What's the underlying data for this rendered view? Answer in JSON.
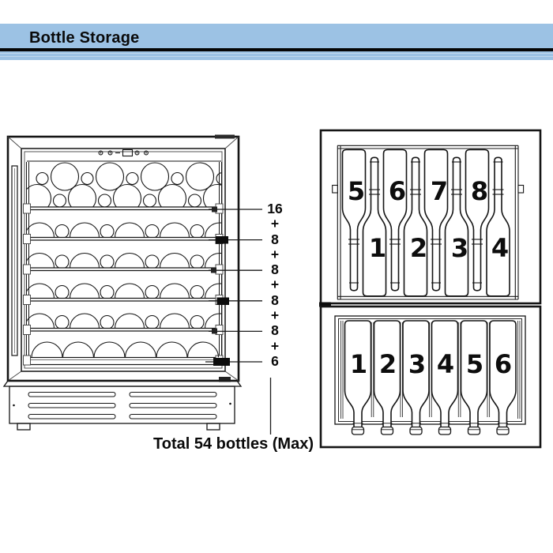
{
  "header": {
    "title": "Bottle Storage",
    "band_color": "#9cc2e4"
  },
  "fridge_diagram": {
    "count_column": [
      "16",
      "+",
      "8",
      "+",
      "8",
      "+",
      "8",
      "+",
      "8",
      "+",
      "6"
    ],
    "total_label": "Total 54 bottles (Max)"
  },
  "upper_shelf_panel": {
    "back_row_labels": [
      "5",
      "6",
      "7",
      "8"
    ],
    "front_row_labels": [
      "1",
      "2",
      "3",
      "4"
    ]
  },
  "bottom_shelf_panel": {
    "labels": [
      "1",
      "2",
      "3",
      "4",
      "5",
      "6"
    ]
  },
  "colors": {
    "line": "#111111",
    "header_band": "#9cc2e4"
  }
}
